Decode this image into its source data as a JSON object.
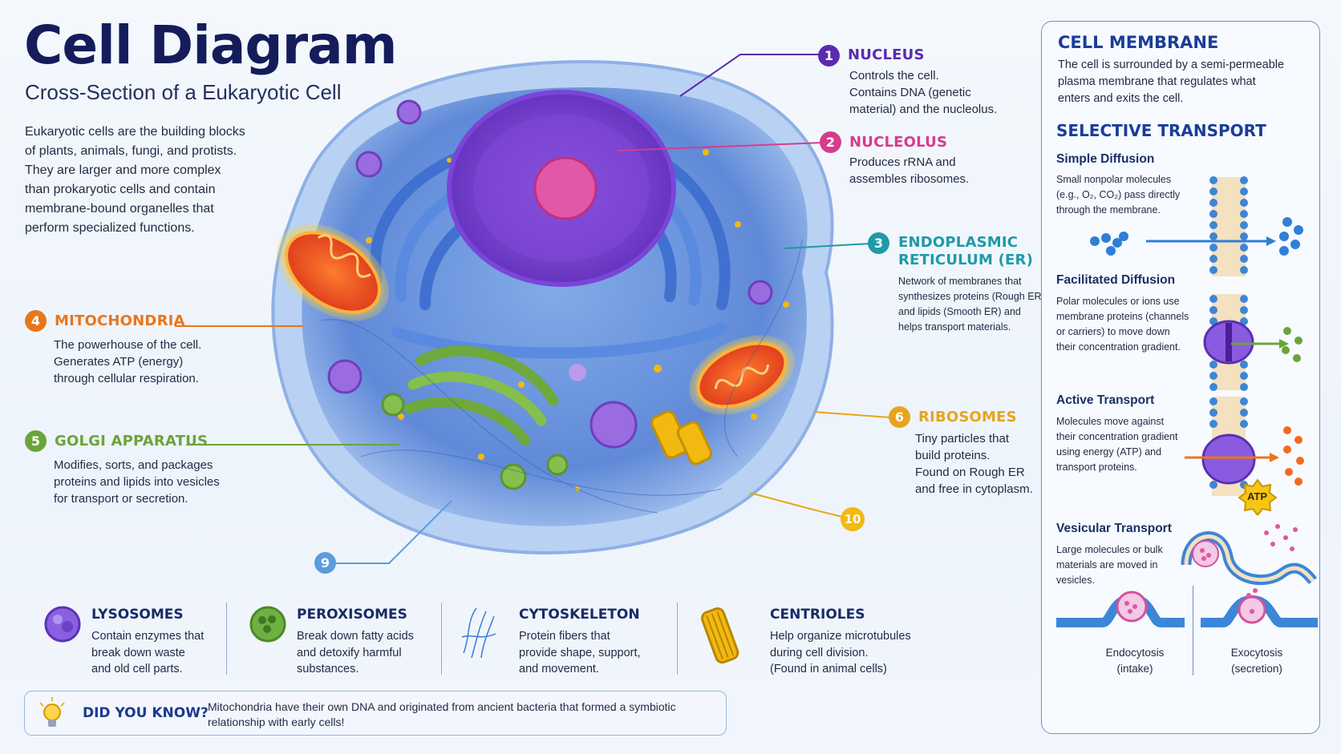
{
  "header": {
    "title": "Cell Diagram",
    "subtitle": "Cross-Section of a Eukaryotic Cell",
    "intro_lines": [
      "Eukaryotic cells are the building blocks",
      "of plants, animals, fungi, and protists.",
      "They are larger and more complex",
      "than prokaryotic cells and contain",
      "membrane-bound organelles that",
      "perform specialized functions."
    ]
  },
  "labels": {
    "nucleus": {
      "num": "1",
      "title": "NUCLEUS",
      "desc": [
        "Controls the cell.",
        "Contains DNA (genetic",
        "material) and the nucleolus."
      ],
      "color": "#5a2bb0"
    },
    "nucleolus": {
      "num": "2",
      "title": "NUCLEOLUS",
      "desc": [
        "Produces rRNA and",
        "assembles ribosomes."
      ],
      "color": "#d63c8d"
    },
    "er": {
      "num": "3",
      "title_lines": [
        "ENDOPLASMIC",
        "RETICULUM (ER)"
      ],
      "desc": [
        "Network of membranes that",
        "synthesizes proteins (Rough ER)",
        "and lipids (Smooth ER) and",
        "helps transport materials."
      ],
      "color": "#1f9aa8"
    },
    "mitochondria": {
      "num": "4",
      "title": "MITOCHONDRIA",
      "desc": [
        "The powerhouse of the cell.",
        "Generates ATP (energy)",
        "through cellular respiration."
      ],
      "color": "#e8761c"
    },
    "golgi": {
      "num": "5",
      "title": "GOLGI APPARATUS",
      "desc": [
        "Modifies, sorts, and packages",
        "proteins and lipids into vesicles",
        "for transport or secretion."
      ],
      "color": "#6aa53a"
    },
    "ribosomes": {
      "num": "6",
      "title": "RIBOSOMES",
      "desc": [
        "Tiny particles that",
        "build proteins.",
        "Found on Rough ER",
        "and free in cytoplasm."
      ],
      "color": "#e8a41c"
    },
    "n9": {
      "num": "9",
      "color": "#5b9bde"
    },
    "n10": {
      "num": "10",
      "color": "#f2b90f"
    }
  },
  "legend": [
    {
      "title": "LYSOSOMES",
      "desc": [
        "Contain enzymes that",
        "break down waste",
        "and old cell parts."
      ],
      "icon": "lysosome-icon"
    },
    {
      "title": "PEROXISOMES",
      "desc": [
        "Break down fatty acids",
        "and detoxify harmful",
        "substances."
      ],
      "icon": "peroxisome-icon"
    },
    {
      "title": "CYTOSKELETON",
      "desc": [
        "Protein fibers that",
        "provide shape, support,",
        "and movement."
      ],
      "icon": "cytoskeleton-icon"
    },
    {
      "title": "CENTRIOLES",
      "desc": [
        "Help organize microtubules",
        "during cell division.",
        "(Found in animal cells)"
      ],
      "icon": "centriole-icon"
    }
  ],
  "did_you_know": {
    "title": "DID YOU KNOW?",
    "text": [
      "Mitochondria have their own DNA and originated from ancient bacteria that formed a symbiotic",
      "relationship with early cells!"
    ],
    "icon": "lightbulb-icon"
  },
  "panel": {
    "membrane_title": "CELL MEMBRANE",
    "membrane_desc": [
      "The cell is surrounded by a semi-permeable",
      "plasma membrane that regulates what",
      "enters and exits the cell."
    ],
    "transport_title": "SELECTIVE TRANSPORT",
    "simple": {
      "title": "Simple Diffusion",
      "desc": [
        "Small nonpolar molecules",
        "(e.g., O₂, CO₂) pass directly",
        "through the membrane."
      ]
    },
    "facilitated": {
      "title": "Facilitated Diffusion",
      "desc": [
        "Polar molecules or ions use",
        "membrane proteins (channels",
        "or carriers) to move down",
        "their concentration gradient."
      ]
    },
    "active": {
      "title": "Active Transport",
      "desc": [
        "Molecules move against",
        "their concentration gradient",
        "using energy (ATP) and",
        "transport proteins."
      ],
      "badge": "ATP"
    },
    "vesicular": {
      "title": "Vesicular Transport",
      "desc": [
        "Large molecules or bulk",
        "materials are moved in",
        "vesicles."
      ]
    },
    "endocytosis": [
      "Endocytosis",
      "(intake)"
    ],
    "exocytosis": [
      "Exocytosis",
      "(secretion)"
    ]
  }
}
